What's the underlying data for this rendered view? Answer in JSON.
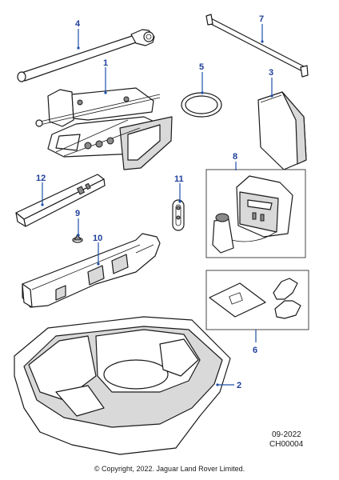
{
  "callouts": {
    "c1": "1",
    "c2": "2",
    "c3": "3",
    "c4": "4",
    "c5": "5",
    "c6": "6",
    "c7": "7",
    "c8": "8",
    "c9": "9",
    "c10": "10",
    "c11": "11",
    "c12": "12"
  },
  "footer": {
    "date_code": "09-2022",
    "drawing_code": "CH00004",
    "copyright": "© Copyright, 2022. Jaguar Land Rover Limited."
  }
}
